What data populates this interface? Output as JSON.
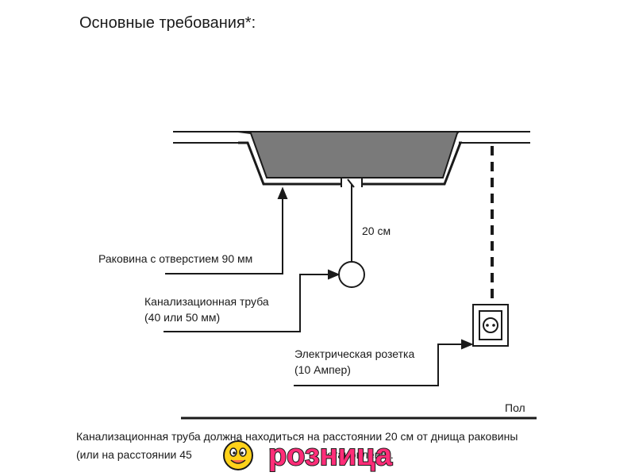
{
  "title": "Основные требования*:",
  "labels": {
    "sink_hole": "Раковина с отверстием 90 мм",
    "drain_pipe_line1": "Канализационная труба",
    "drain_pipe_line2": "(40 или 50 мм)",
    "socket_line1": "Электрическая розетка",
    "socket_line2": "(10 Ампер)",
    "distance": "20 см",
    "floor": "Пол"
  },
  "note": {
    "line1": "Канализационная труба должна находиться на расстоянии 20 см от днища раковины",
    "line2": "(или на расстоянии 45                                          установлена)."
  },
  "logo": {
    "text": "розница",
    "colors": {
      "fill": "#ff2d78",
      "outline": "#1a1a1a",
      "sun": "#ffd21a"
    }
  }
}
